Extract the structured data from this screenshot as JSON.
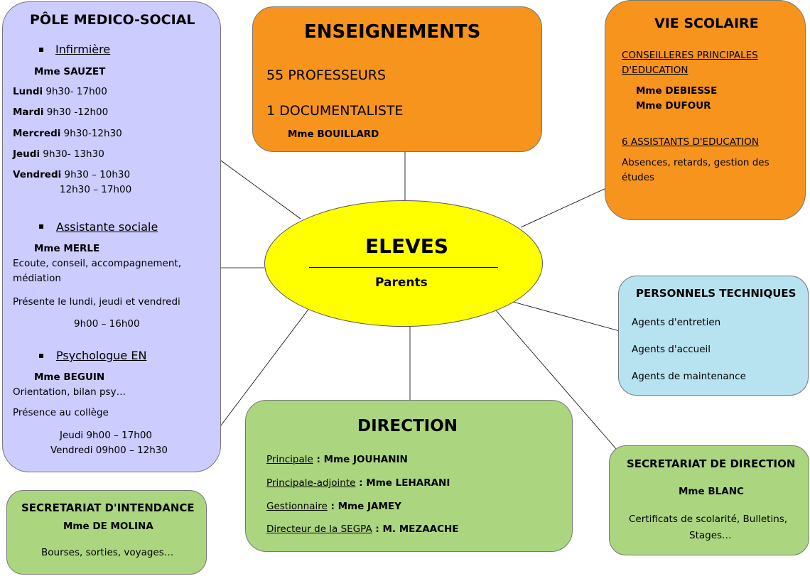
{
  "center": {
    "title": "ELEVES",
    "subtitle": "Parents"
  },
  "medico": {
    "title": "PÔLE MEDICO-SOCIAL",
    "infirmiere": {
      "label": "Infirmière",
      "name": "Mme SAUZET",
      "schedule": [
        {
          "day": "Lundi",
          "hours": " 9h30- 17h00"
        },
        {
          "day": "Mardi",
          "hours": " 9h30 -12h00"
        },
        {
          "day": "Mercredi",
          "hours": " 9h30-12h30"
        },
        {
          "day": "Jeudi",
          "hours": " 9h30- 13h30"
        },
        {
          "day": "Vendredi",
          "hours": " 9h30 – 10h30"
        }
      ],
      "extra_hours": "12h30 – 17h00"
    },
    "assistante": {
      "label": "Assistante sociale",
      "name": "Mme MERLE",
      "desc1": "Ecoute, conseil, accompagnement,",
      "desc2": "médiation",
      "presence": "Présente le lundi, jeudi et vendredi",
      "hours": "9h00 – 16h00"
    },
    "psychologue": {
      "label": "Psychologue EN",
      "name": "Mme BEGUIN",
      "desc": "Orientation, bilan psy…",
      "presence": "Présence au collège",
      "line1": "Jeudi 9h00 – 17h00",
      "line2": "Vendredi 09h00 – 12h30"
    }
  },
  "enseignements": {
    "title": "ENSEIGNEMENTS",
    "professeurs": "55 PROFESSEURS",
    "documentaliste": "1 DOCUMENTALISTE",
    "doc_name": "Mme BOUILLARD"
  },
  "vie_scolaire": {
    "title": "VIE SCOLAIRE",
    "cpe_line1": "CONSEILLERES PRINCIPALES",
    "cpe_line2": "D'EDUCATION",
    "cpe_name1": "Mme DEBIESSE",
    "cpe_name2": "Mme DUFOUR",
    "aed": "6 ASSISTANTS D'EDUCATION",
    "aed_desc1": "Absences, retards, gestion des",
    "aed_desc2": "études"
  },
  "techniques": {
    "title": "PERSONNELS TECHNIQUES",
    "items": [
      "Agents d'entretien",
      "Agents d'accueil",
      "Agents de maintenance"
    ]
  },
  "direction": {
    "title": "DIRECTION",
    "rows": [
      {
        "role": "Principale",
        "name": " : Mme JOUHANIN"
      },
      {
        "role": "Principale-adjointe",
        "name": " : Mme LEHARANI"
      },
      {
        "role": "Gestionnaire",
        "name": " : Mme JAMEY"
      },
      {
        "role": "Directeur de la SEGPA",
        "name": " : M. MEZAACHE"
      }
    ]
  },
  "secretariat_direction": {
    "title": "SECRETARIAT DE DIRECTION",
    "name": "Mme BLANC",
    "desc1": "Certificats de scolarité, Bulletins,",
    "desc2": "Stages…"
  },
  "intendance": {
    "title": "SECRETARIAT D'INTENDANCE",
    "name": "Mme DE MOLINA",
    "desc": "Bourses, sorties, voyages…"
  },
  "colors": {
    "medico": "#ccccff",
    "orange": "#f7941d",
    "blue": "#b7e2ef",
    "green": "#acd580",
    "center": "#ffff00"
  }
}
